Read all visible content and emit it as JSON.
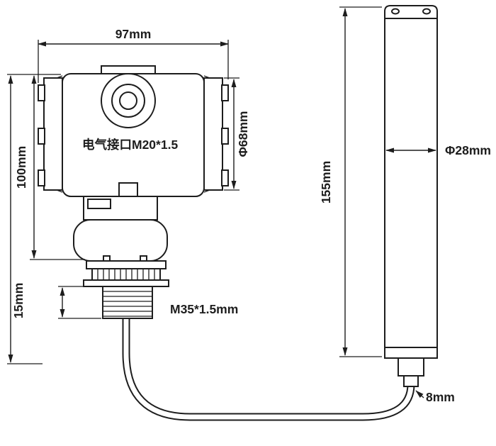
{
  "diagram": {
    "description": "Dimensional engineering drawing of a submersible level transmitter: electronics housing with threaded process connection, cable, and cylindrical sensing probe",
    "colors": {
      "line": "#1d1d1d",
      "background": "#ffffff"
    },
    "labels": {
      "top_width": "97mm",
      "housing_height": "100mm",
      "thread_length": "15mm",
      "cap_diameter": "Φ68mm",
      "electrical_port": "电气接口M20*1.5",
      "thread_spec": "M35*1.5mm",
      "probe_length": "155mm",
      "probe_diameter": "Φ28mm",
      "cable_diameter": "8mm"
    }
  }
}
